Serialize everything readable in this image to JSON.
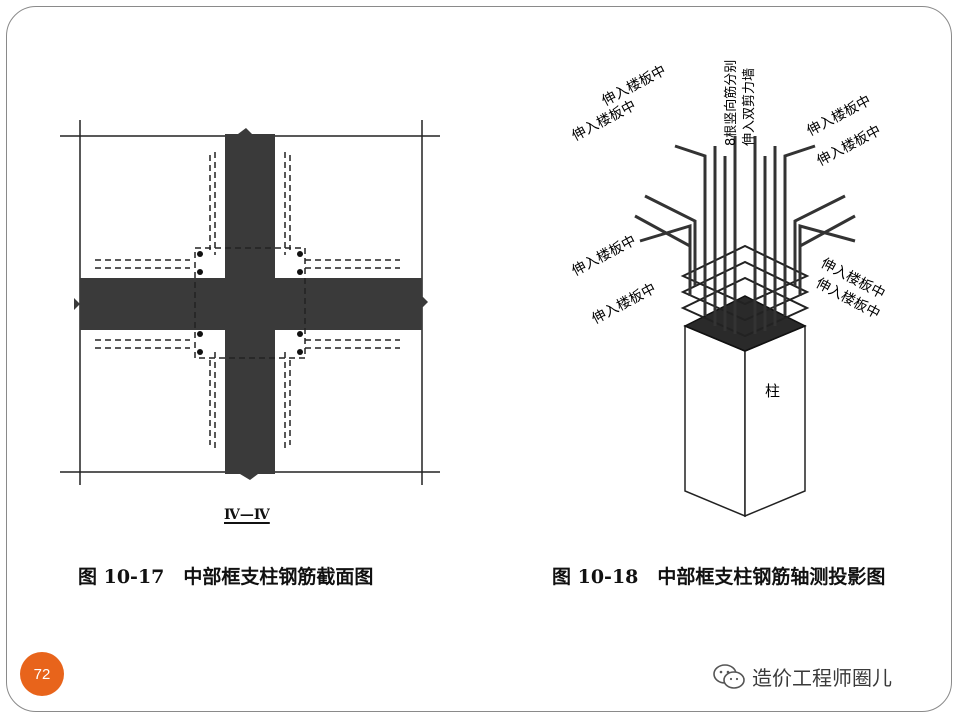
{
  "figure_left": {
    "section_label": "Ⅳ—Ⅳ",
    "caption": "图 10-17　中部框支柱钢筋截面图"
  },
  "figure_right": {
    "caption": "图 10-18　中部框支柱钢筋轴测投影图",
    "labels": {
      "slab_1": "伸入楼板中",
      "slab_2": "伸入楼板中",
      "slab_3": "伸入楼板中",
      "slab_4": "伸入楼板中",
      "slab_5": "伸入楼板中",
      "slab_6": "伸入楼板中",
      "slab_7": "伸入楼板中",
      "slab_8": "伸入楼板中",
      "vertical_bars": "8根竖向筋分别",
      "shear_wall": "伸入双剪力墙",
      "column": "柱"
    }
  },
  "page_number": "72",
  "watermark": {
    "text": "造价工程师圈儿",
    "icon": "wechat-icon"
  },
  "colors": {
    "badge": "#e8641b",
    "concrete": "#3a3a3a",
    "frame": "#8a8a8a"
  }
}
